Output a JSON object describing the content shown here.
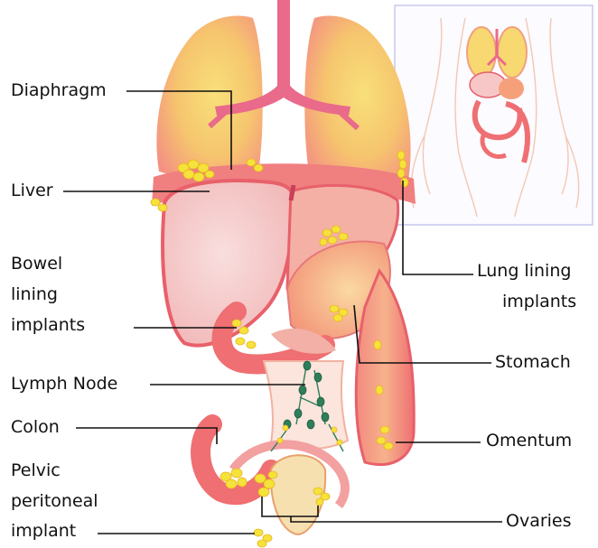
{
  "labels": {
    "diaphragm": "Diaphragm",
    "liver": "Liver",
    "bowel_1": "Bowel",
    "bowel_2": "lining",
    "bowel_3": "implants",
    "lymph_node": "Lymph Node",
    "colon": "Colon",
    "pelvic_1": "Pelvic",
    "pelvic_2": "peritoneal",
    "pelvic_3": "implant",
    "lung_1": "Lung lining",
    "lung_2": "implants",
    "stomach": "Stomach",
    "omentum": "Omentum",
    "ovaries": "Ovaries"
  },
  "colors": {
    "lung_outer": "#f6a48c",
    "lung_inner": "#f7d86a",
    "trachea": "#e96a8a",
    "liver": "#f7c7c7",
    "liver_edge": "#e8606a",
    "stomach": "#f6a07a",
    "colon": "#ef6f72",
    "implant": "#f5e23a",
    "implant_edge": "#e8b520",
    "lymph": "#2e7d5b",
    "inset_border": "#c8c8ee"
  },
  "icons": {
    "inset": "body-outline-thumbnail"
  }
}
